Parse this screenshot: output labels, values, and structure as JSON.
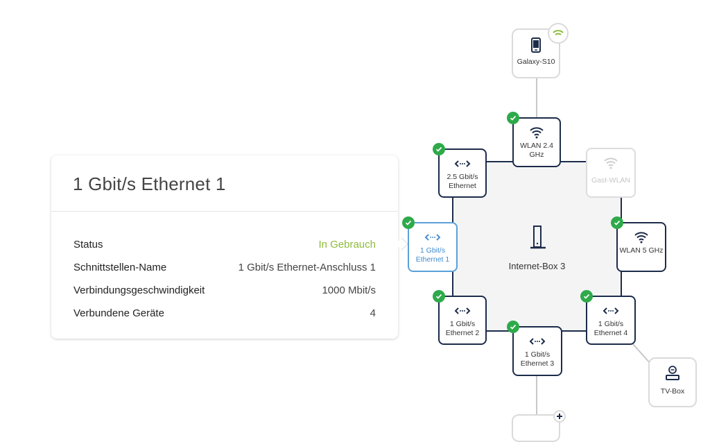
{
  "detail_card": {
    "title": "1 Gbit/s Ethernet 1",
    "rows": [
      {
        "label": "Status",
        "value": "In Gebrauch",
        "status": "ok"
      },
      {
        "label": "Schnittstellen-Name",
        "value": "1 Gbit/s Ethernet-Anschluss 1"
      },
      {
        "label": "Verbindungsgeschwindigkeit",
        "value": "1000 Mbit/s"
      },
      {
        "label": "Verbundene Geräte",
        "value": "4"
      }
    ]
  },
  "topology": {
    "router": {
      "label": "Internet-Box 3",
      "icon": "router-icon"
    },
    "interfaces": {
      "wlan24": {
        "label": "WLAN 2.4 GHz",
        "icon": "wifi-icon",
        "connected": true
      },
      "gast": {
        "label": "Gast-WLAN",
        "icon": "wifi-icon",
        "connected": false
      },
      "wlan5": {
        "label": "WLAN 5 GHz",
        "icon": "wifi-icon",
        "connected": true
      },
      "eth25": {
        "label": "2.5 Gbit/s Ethernet",
        "icon": "ethernet-icon",
        "connected": true
      },
      "eth1": {
        "label": "1 Gbit/s Ethernet 1",
        "icon": "ethernet-icon",
        "connected": true,
        "selected": true
      },
      "eth2": {
        "label": "1 Gbit/s Ethernet 2",
        "icon": "ethernet-icon",
        "connected": true
      },
      "eth3": {
        "label": "1 Gbit/s Ethernet 3",
        "icon": "ethernet-icon",
        "connected": true
      },
      "eth4": {
        "label": "1 Gbit/s Ethernet 4",
        "icon": "ethernet-icon",
        "connected": true
      }
    },
    "devices": [
      {
        "name": "Galaxy-S10",
        "icon": "smartphone-icon",
        "badge": "wifi-icon"
      },
      {
        "name": "TV-Box",
        "icon": "tv-box-icon"
      }
    ]
  },
  "colors": {
    "accent": "#1c2b4a",
    "selected": "#5aa0d8",
    "ok": "#2eaa4a",
    "status_ok_text": "#8dbb3c"
  }
}
